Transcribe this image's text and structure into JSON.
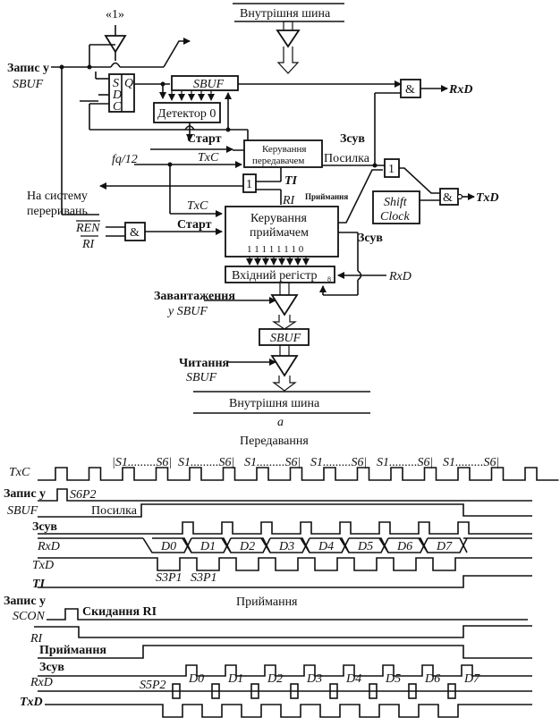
{
  "block_diagram": {
    "bus_top": "Внутрішня шина",
    "bus_bottom": "Внутрішня шина",
    "one_const": "«1»",
    "write_sbuf_l1": "Запис у",
    "write_sbuf_l2": "SBUF",
    "flipflop": {
      "s": "S",
      "d": "D",
      "c": "C",
      "q": "Q"
    },
    "sbuf_tx": "SBUF",
    "zero_detector": "Детектор 0",
    "start_tx": "Старт",
    "shift_tx": "Зсув",
    "fq12": "fq/12",
    "txc_1": "TxC",
    "txc_2": "TxC",
    "tx_ctrl_l1": "Керування",
    "tx_ctrl_l2": "передавачем",
    "send": "Посилка",
    "ti": "TI",
    "ri": "RI",
    "or_gate": "1",
    "or_gate2": "1",
    "receive": "Приймання",
    "interrupts_l1": "На систему",
    "interrupts_l2": "переривань",
    "ren": "REN",
    "ri_not": "RI",
    "and_gate": "&",
    "and_gate_rxd": "&",
    "and_gate_txd": "&",
    "start_rx": "Старт",
    "rx_ctrl_l1": "Керування",
    "rx_ctrl_l2": "приймачем",
    "rx_ctrl_bits": "1 1 1 1 1 1 1 0",
    "shift_rx": "Зсув",
    "shift_clock_l1": "Shift",
    "shift_clock_l2": "Clock",
    "rxd_out": "RxD",
    "txd_out": "TxD",
    "input_reg": "Вхідний регістр",
    "input_reg_sub": "8",
    "rxd_in": "RxD",
    "load_sbuf_l1": "Завантаження",
    "load_sbuf_l2": "у  SBUF",
    "sbuf_rx": "SBUF",
    "read_sbuf_l1": "Читання",
    "read_sbuf_l2": "SBUF",
    "caption": "a"
  },
  "transmit_timing": {
    "title": "Передавання",
    "states": [
      "|S1.........S6|",
      "S1.........S6|",
      "S1.........S6|",
      "S1.........S6|",
      "S1.........S6|",
      "S1.........S6|"
    ],
    "signals": {
      "txc": "TxC",
      "write_l1": "Запис у",
      "write_l2": "SBUF",
      "s6p2": "S6P2",
      "send": "Посилка",
      "shift": "Зсув",
      "rxd": "RxD",
      "txd": "TxD",
      "ti": "TI",
      "s3p1_a": "S3P1",
      "s3p1_b": "S3P1"
    },
    "data_bits": [
      "D0",
      "D1",
      "D2",
      "D3",
      "D4",
      "D5",
      "D6",
      "D7"
    ]
  },
  "receive_timing": {
    "title": "Приймання",
    "signals": {
      "write_l1": "Запис у",
      "write_l2": "SCON",
      "reset_ri": "Скидання RI",
      "ri": "RI",
      "receive": "Приймання",
      "shift": "Зсув",
      "rxd": "RxD",
      "txd": "TxD",
      "s5p2": "S5P2"
    },
    "data_bits": [
      "D0",
      "D1",
      "D2",
      "D3",
      "D4",
      "D5",
      "D6",
      "D7"
    ]
  }
}
